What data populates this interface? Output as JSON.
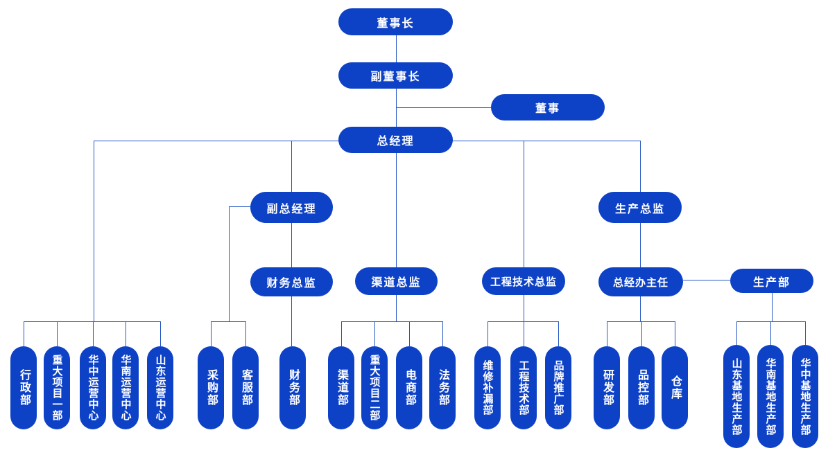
{
  "colors": {
    "node_fill": "#0e42c6",
    "node_text": "#ffffff",
    "connector": "#2356c2",
    "background": "#ffffff"
  },
  "nodes": {
    "chairman": "董事长",
    "vice_chairman": "副董事长",
    "director": "董事",
    "general_manager": "总经理",
    "deputy_general_manager": "副总经理",
    "production_director": "生产总监",
    "finance_director": "财务总监",
    "channel_director": "渠道总监",
    "engineering_tech_director": "工程技术总监",
    "gm_office_director": "总经办主任",
    "production_dept": "生产部",
    "admin_dept": "行政部",
    "major_projects_dept1": "重大项目一部",
    "central_china_ops_center": "华中运营中心",
    "south_china_ops_center": "华南运营中心",
    "shandong_ops_center": "山东运营中心",
    "procurement_dept": "采购部",
    "customer_service_dept": "客服部",
    "finance_dept": "财务部",
    "channel_dept": "渠道部",
    "major_projects_dept2": "重大项目二部",
    "ecommerce_dept": "电商部",
    "legal_dept": "法务部",
    "repair_leakproof_dept": "维修补漏部",
    "engineering_tech_dept": "工程技术部",
    "brand_promotion_dept": "品牌推广部",
    "rnd_dept": "研发部",
    "quality_control_dept": "品控部",
    "warehouse": "仓库",
    "shandong_base_production_dept": "山东基地生产部",
    "south_china_base_production_dept": "华南基地生产部",
    "central_china_base_production_dept": "华中基地生产部"
  },
  "hierarchy": {
    "chairman": [
      "vice_chairman"
    ],
    "vice_chairman": [
      "director",
      "general_manager"
    ],
    "general_manager": [
      "admin_dept",
      "major_projects_dept1",
      "central_china_ops_center",
      "south_china_ops_center",
      "shandong_ops_center",
      "deputy_general_manager",
      "channel_director",
      "engineering_tech_director",
      "production_director"
    ],
    "deputy_general_manager": [
      "procurement_dept",
      "customer_service_dept",
      "finance_director"
    ],
    "finance_director": [
      "finance_dept"
    ],
    "channel_director": [
      "channel_dept",
      "major_projects_dept2",
      "ecommerce_dept",
      "legal_dept"
    ],
    "engineering_tech_director": [
      "repair_leakproof_dept",
      "engineering_tech_dept",
      "brand_promotion_dept"
    ],
    "production_director": [
      "gm_office_director"
    ],
    "gm_office_director": [
      "rnd_dept",
      "quality_control_dept",
      "warehouse",
      "production_dept"
    ],
    "production_dept": [
      "shandong_base_production_dept",
      "south_china_base_production_dept",
      "central_china_base_production_dept"
    ]
  }
}
